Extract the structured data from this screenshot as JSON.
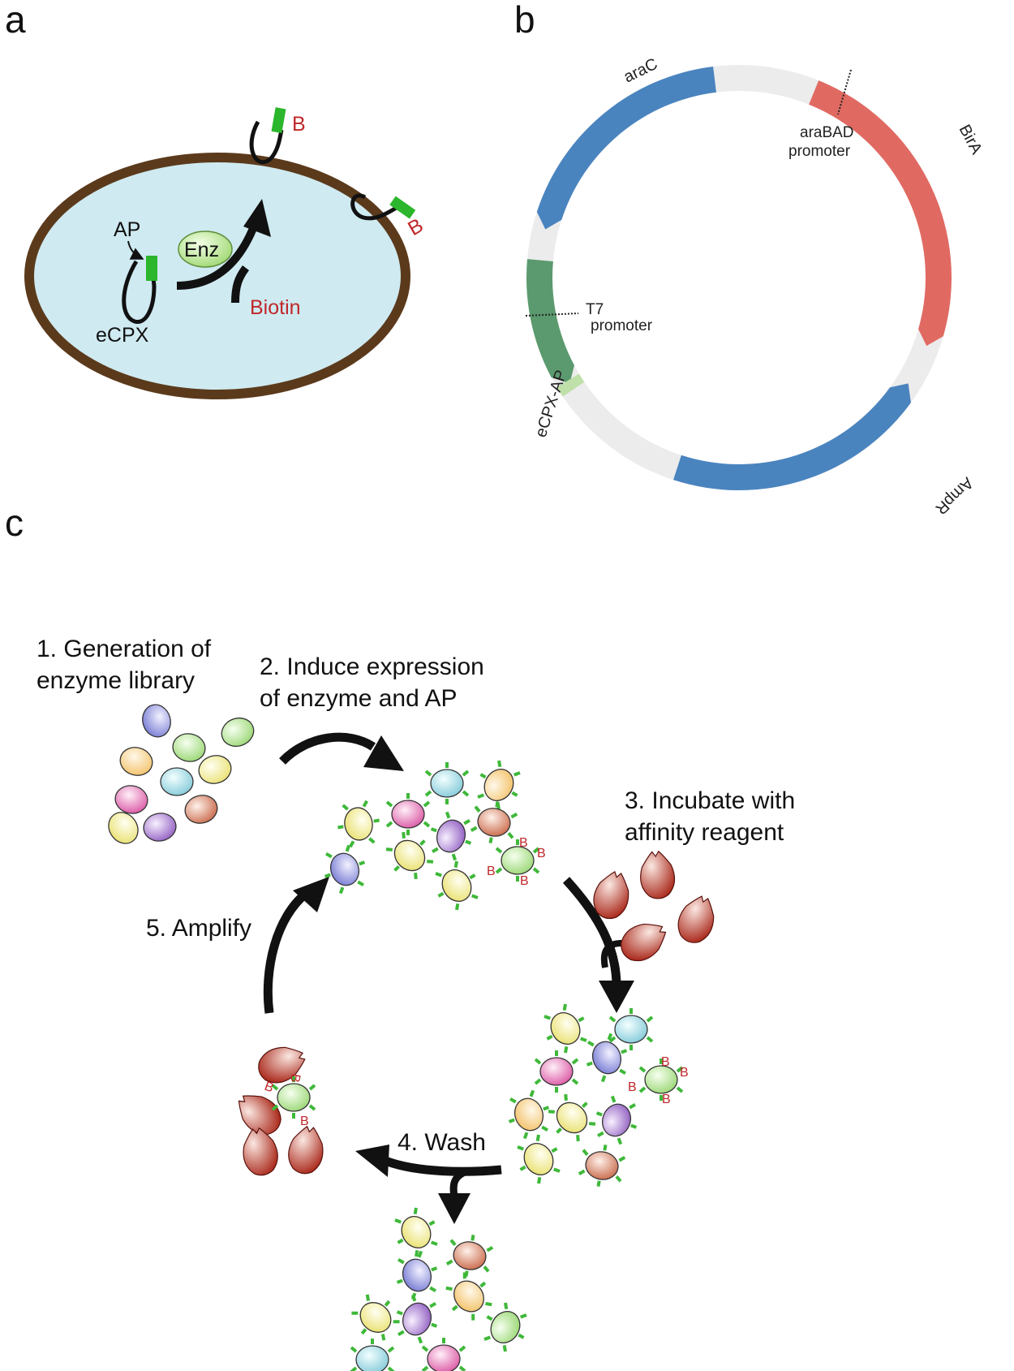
{
  "panels": {
    "a": "a",
    "b": "b",
    "c": "c"
  },
  "panel_a": {
    "ap": "AP",
    "enz": "Enz",
    "biotin": "Biotin",
    "ecpx": "eCPX",
    "b_tag": "B"
  },
  "panel_b": {
    "segments": {
      "arac": "araC",
      "bira": "BirA",
      "ampr": "AmpR",
      "ecpx_ap": "eCPX-AP"
    },
    "arabad_line1": "araBAD",
    "arabad_line2": "promoter",
    "t7_line1": "T7",
    "t7_line2": "promoter",
    "colors": {
      "backbone": "#ececec",
      "arac": "#4a84bf",
      "bira": "#e06a62",
      "ampr": "#4a84bf",
      "ecpx_ap": "#5b9a6e",
      "ap_band": "#bfe0a8"
    }
  },
  "panel_c": {
    "step1_line1": "1. Generation of",
    "step1_line2": "enzyme library",
    "step2_line1": "2. Induce expression",
    "step2_line2": "of enzyme and AP",
    "step3_line1": "3. Incubate with",
    "step3_line2": "affinity reagent",
    "step4": "4. Wash",
    "step5": "5. Amplify",
    "b_tag": "B"
  }
}
